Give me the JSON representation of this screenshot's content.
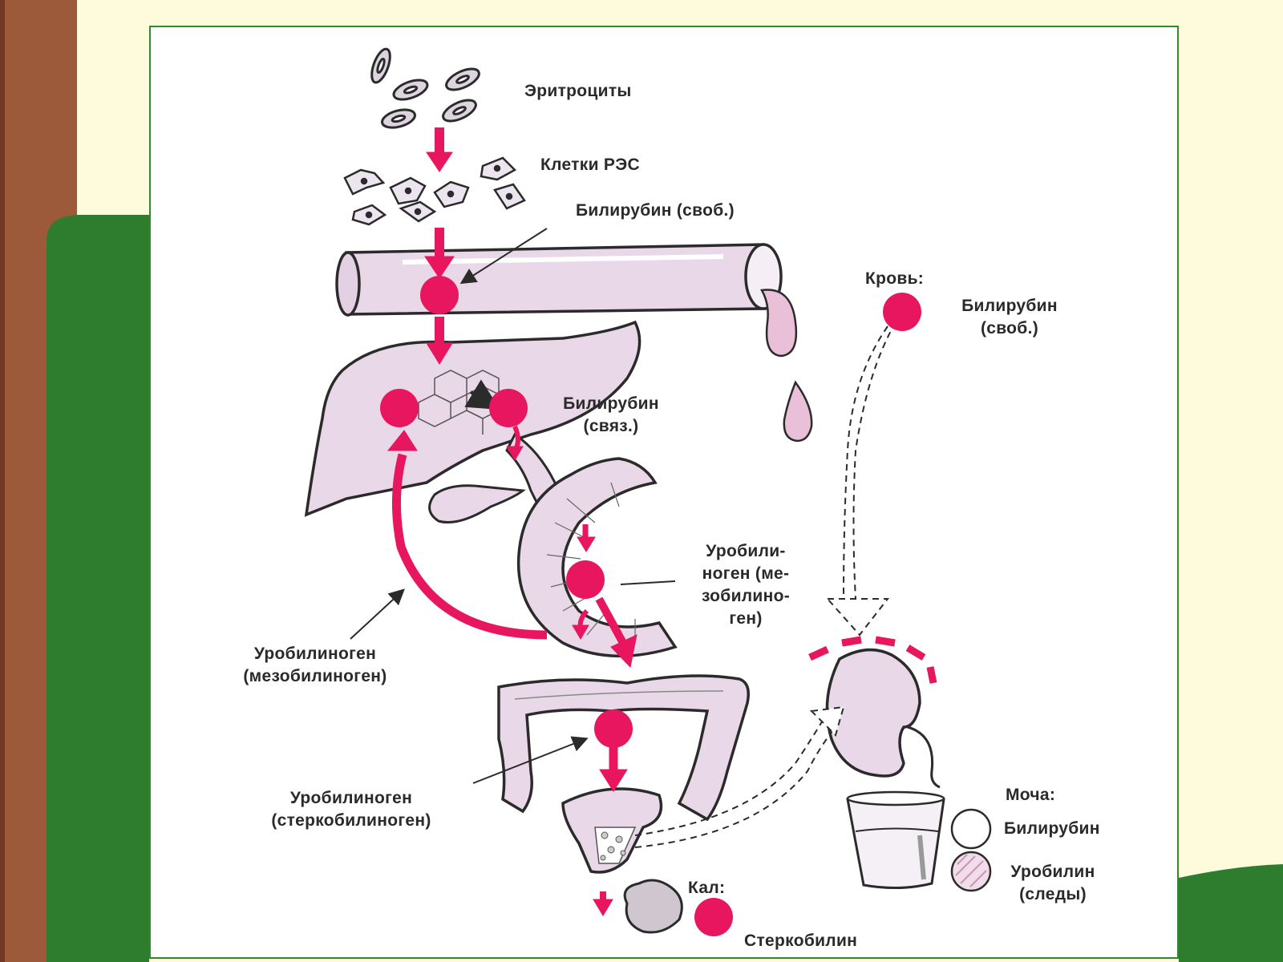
{
  "colors": {
    "pigment": "#e8155f",
    "organ": "#e9d8e8",
    "outline": "#2b2b2b",
    "frame_green": "#2f8a2f",
    "sidebar_brown": "#9c5a3a",
    "background": "#fdfbdc"
  },
  "labels": {
    "erythrocytes": "Эритроциты",
    "res_cells": "Клетки РЭС",
    "bilirubin_free_top": "Билирубин (своб.)",
    "blood_header": "Кровь:",
    "blood_bilirubin_1": "Билирубин",
    "blood_bilirubin_2": "(своб.)",
    "bilirubin_bound_1": "Билирубин",
    "bilirubin_bound_2": "(связ.)",
    "urobilinogen_gut_1": "Уробили-",
    "urobilinogen_gut_2": "ноген (ме-",
    "urobilinogen_gut_3": "зобилино-",
    "urobilinogen_gut_4": "ген)",
    "urobilinogen_meso_1": "Уробилиноген",
    "urobilinogen_meso_2": "(мезобилиноген)",
    "urobilinogen_sterco_1": "Уробилиноген",
    "urobilinogen_sterco_2": "(стеркобилиноген)",
    "urine_header": "Моча:",
    "urine_bilirubin": "Билирубин",
    "urine_urobilin_1": "Уробилин",
    "urine_urobilin_2": "(следы)",
    "feces_header": "Кал:",
    "stercobilin": "Стеркобилин"
  }
}
